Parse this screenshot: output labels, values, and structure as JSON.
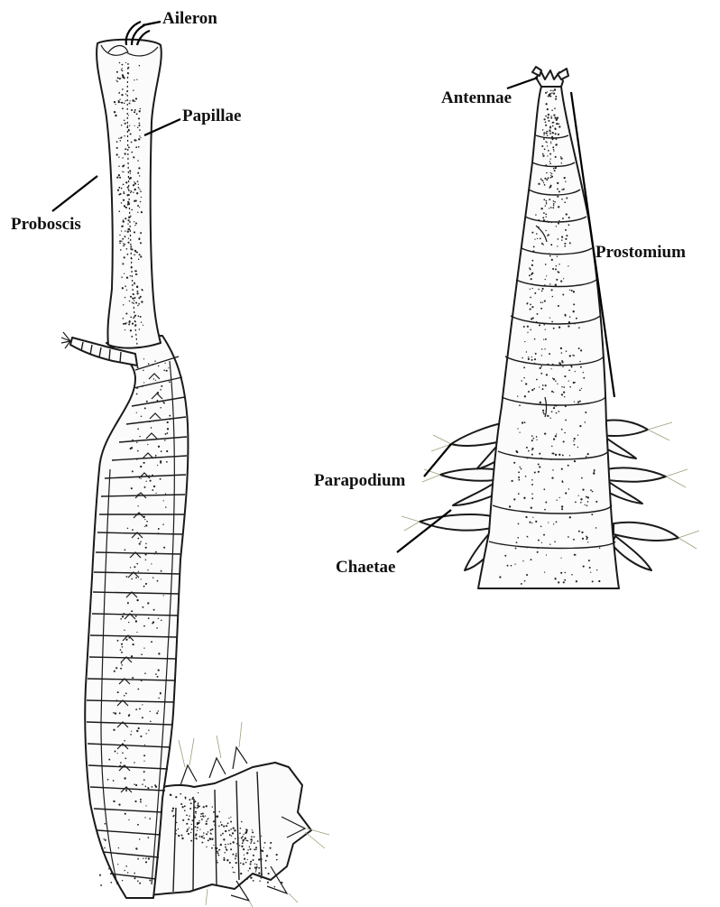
{
  "labels": {
    "aileron": "Aileron",
    "papillae": "Papillae",
    "proboscis": "Proboscis",
    "antennae": "Antennae",
    "prostomium": "Prostomium",
    "parapodium": "Parapodium",
    "chaetae": "Chaetae"
  }
}
